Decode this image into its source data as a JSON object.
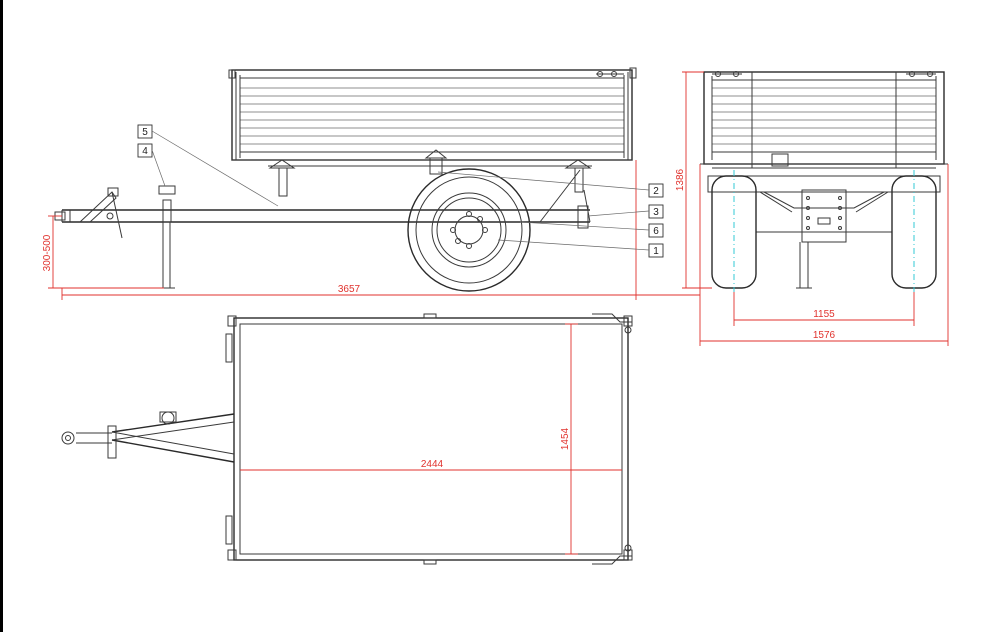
{
  "dimensions": {
    "total_length": "3657",
    "hitch_height": "300-500",
    "overall_height": "1386",
    "track_width": "1155",
    "overall_width": "1576",
    "body_length": "2444",
    "body_width": "1454"
  },
  "callouts": {
    "c1": "1",
    "c2": "2",
    "c3": "3",
    "c4": "4",
    "c5": "5",
    "c6": "6"
  },
  "colors": {
    "dimension": "#e0322d",
    "centerline": "#33c8d6",
    "outline": "#3a3a3a"
  }
}
